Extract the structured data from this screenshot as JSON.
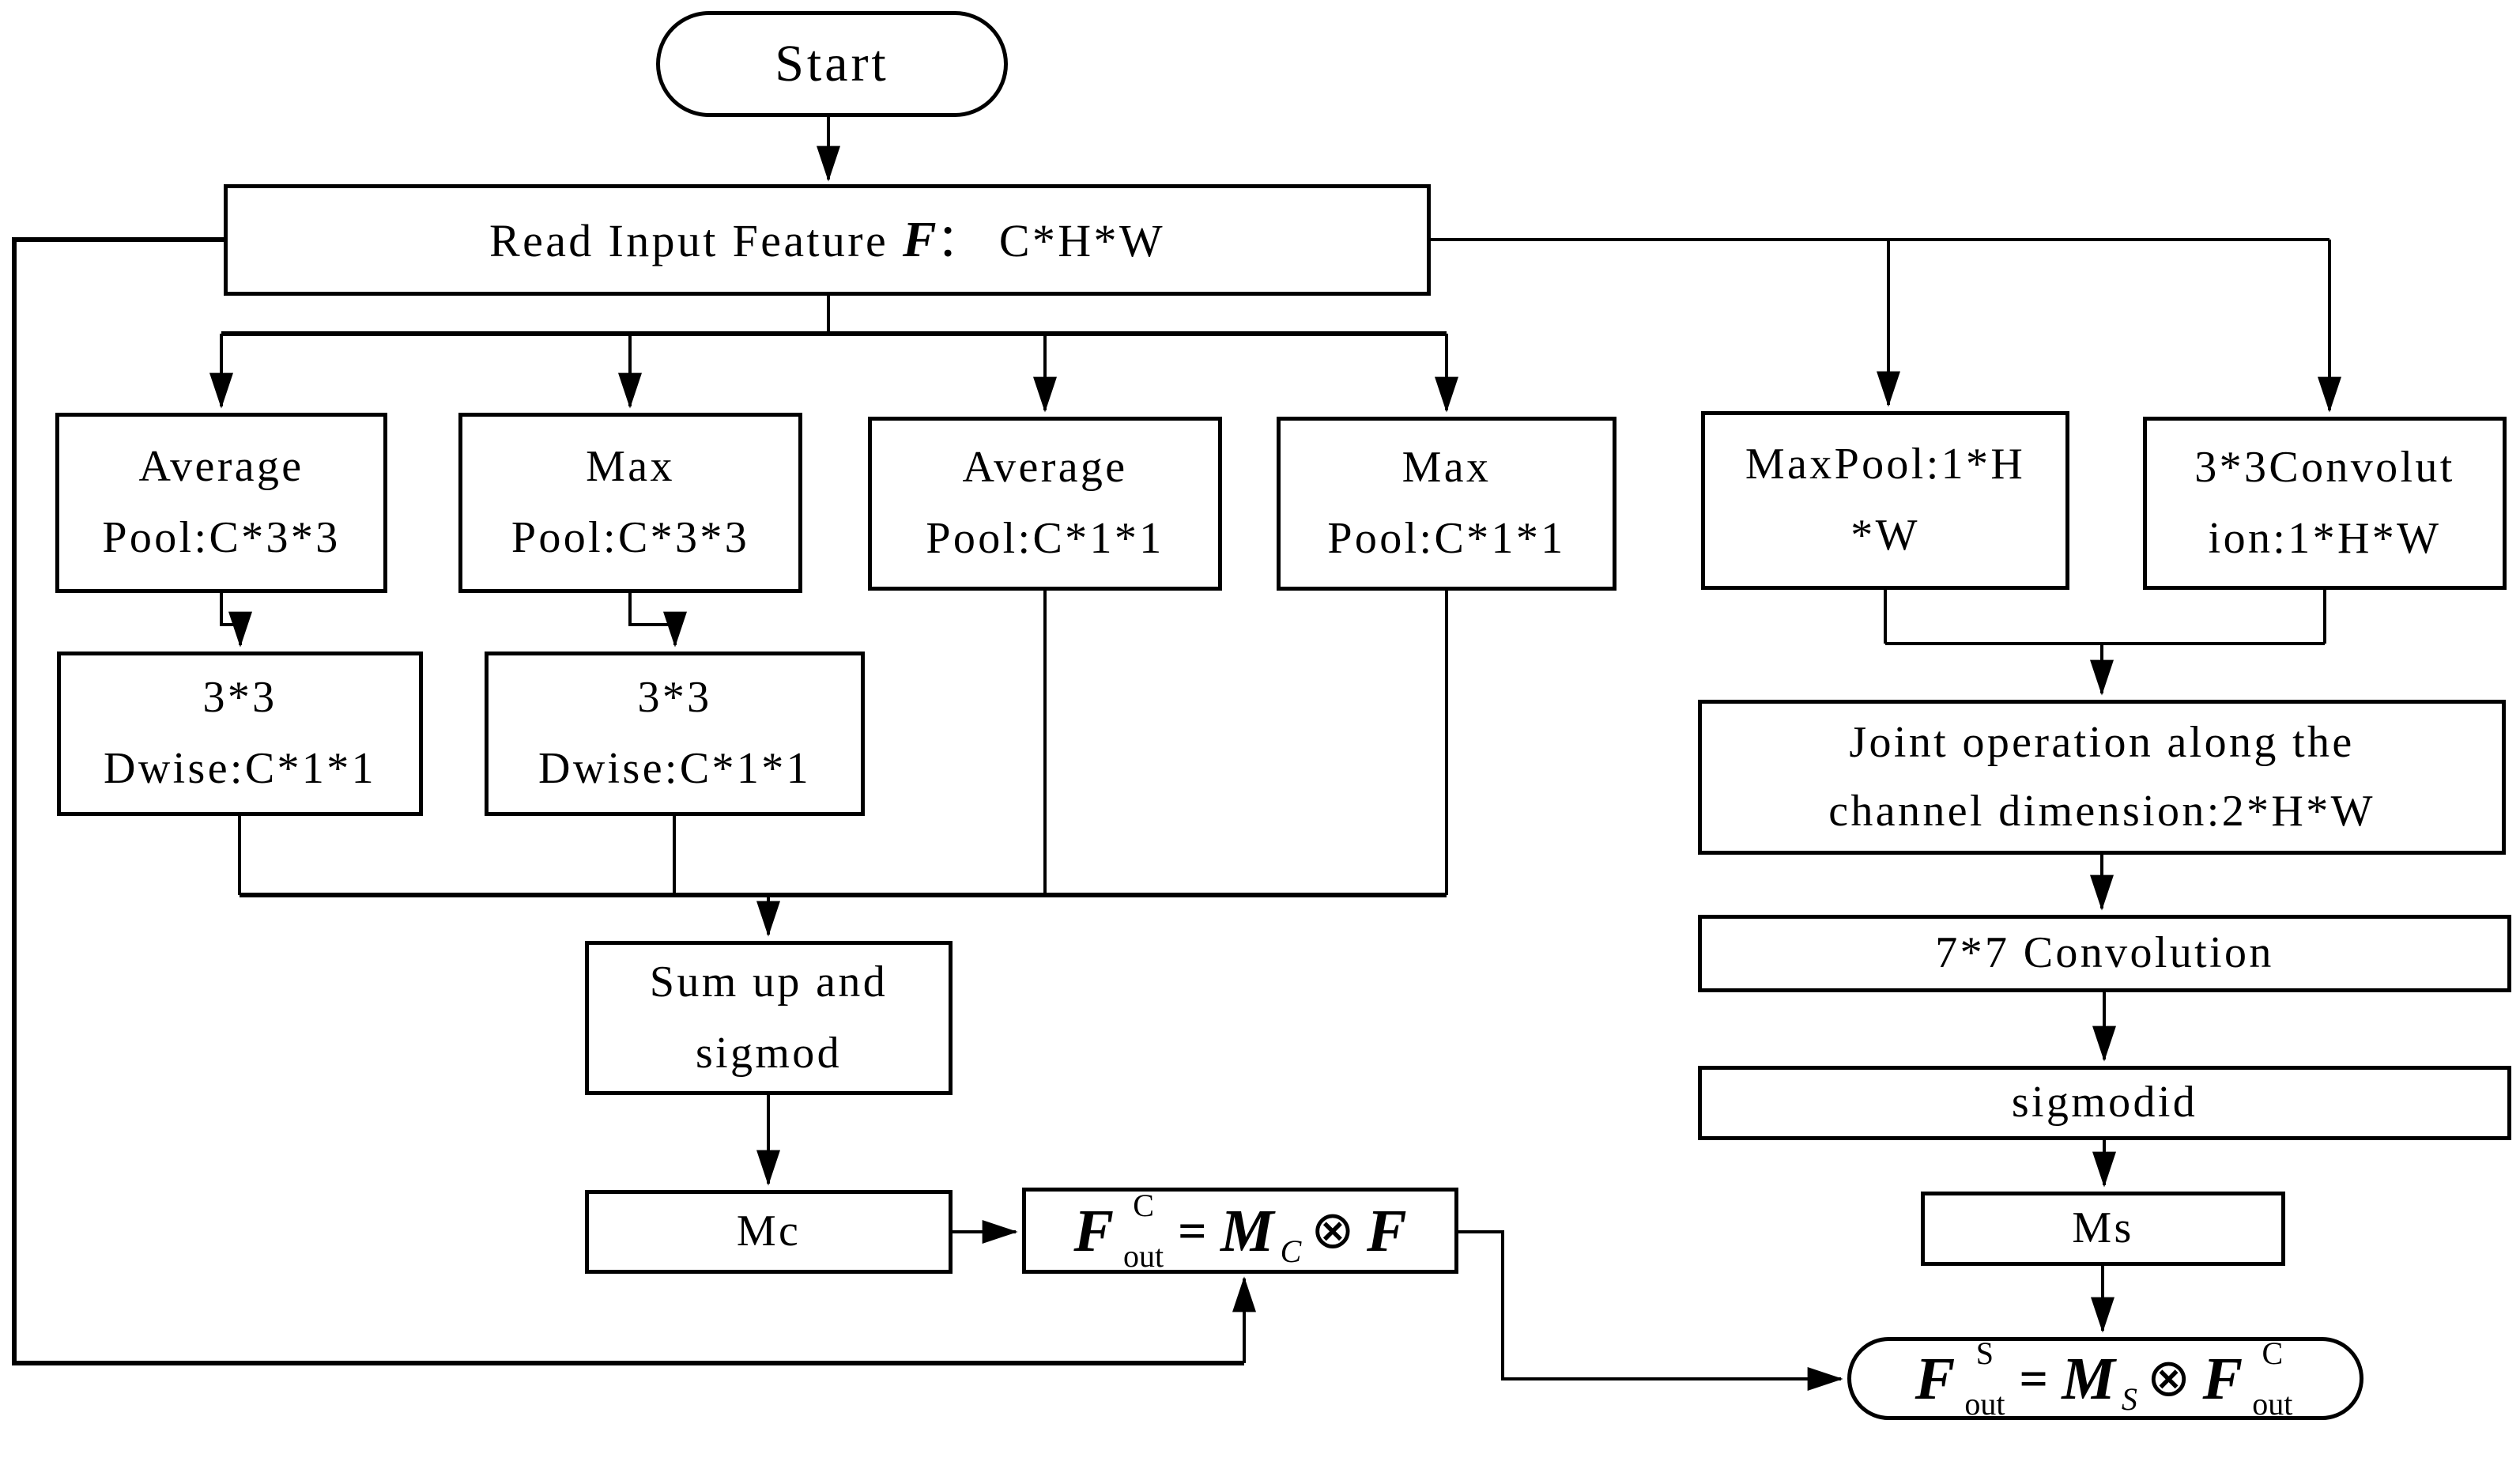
{
  "diagram": {
    "type": "flowchart",
    "colors": {
      "line": "#000000",
      "background": "#ffffff",
      "text": "#000000"
    },
    "nodes": {
      "start": {
        "label": "Start"
      },
      "read_input": {
        "pre": "Read Input Feature ",
        "f": "F",
        "colon": "：",
        "dims": " C*H*W"
      },
      "avg_pool_33": {
        "line1": "Average",
        "line2": "Pool:C*3*3"
      },
      "max_pool_33": {
        "line1": "Max",
        "line2": "Pool:C*3*3"
      },
      "avg_pool_11": {
        "line1": "Average",
        "line2": "Pool:C*1*1"
      },
      "max_pool_11": {
        "line1": "Max",
        "line2": "Pool:C*1*1"
      },
      "maxpool_1hw": {
        "line1": "MaxPool:1*H",
        "line2": "*W"
      },
      "conv33_1hw": {
        "line1": "3*3Convolut",
        "line2": "ion:1*H*W"
      },
      "dwise_1": {
        "line1": "3*3",
        "line2": "Dwise:C*1*1"
      },
      "dwise_2": {
        "line1": "3*3",
        "line2": "Dwise:C*1*1"
      },
      "joint_op": {
        "line1": "Joint operation along the",
        "line2": "channel dimension:2*H*W"
      },
      "conv77": {
        "label": "7*7 Convolution"
      },
      "sigmodid": {
        "label": "sigmodid"
      },
      "ms": {
        "label": "Ms"
      },
      "sum_sigmod": {
        "line1": "Sum up and",
        "line2": "sigmod"
      },
      "mc": {
        "label": "Mc"
      },
      "fout_c": {
        "f": "F",
        "sup": "C",
        "sub": "out",
        "eq": "=",
        "m": "M",
        "m_sub": "C",
        "otimes": "⊗",
        "f2": "F"
      },
      "fout_s": {
        "f": "F",
        "sup": "S",
        "sub": "out",
        "eq": "=",
        "m": "M",
        "m_sub": "S",
        "otimes": "⊗",
        "f2": "F",
        "f2_sup": "C",
        "f2_sub": "out"
      }
    }
  }
}
